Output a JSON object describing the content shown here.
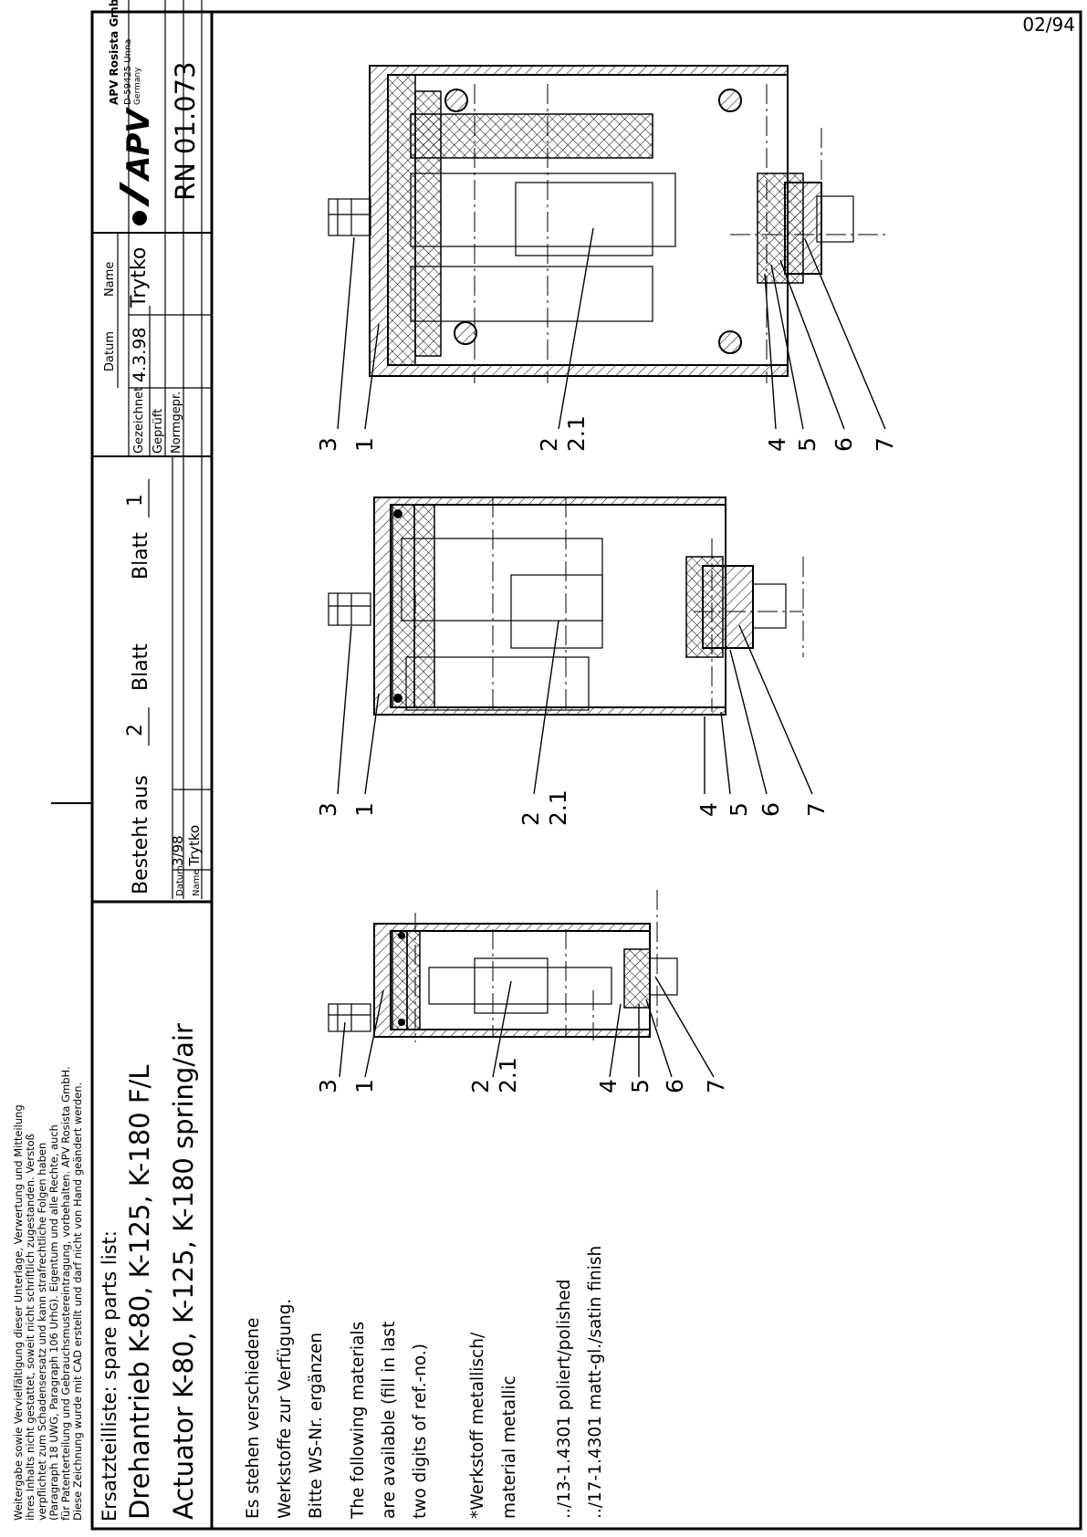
{
  "sheet": {
    "revision": "02/94",
    "drawing_number": "RN 01.073"
  },
  "legal_notice": [
    "Weitergabe sowie Vervielfältigung dieser Unterlage, Verwertung und Mitteilung",
    "ihres Inhalts nicht gestattet, soweit nicht schriftlich zugestanden. Verstoß",
    "verpflichtet zum Schadensersatz und kann strafrechtliche Folgen haben",
    "(Paragraph 18 UWG, Paragraph 106 UrhG). Eigentum und alle Rechte, auch",
    "für Patenterteilung und Gebrauchsmustereintragung, vorbehalten. APV Rosista GmbH.",
    "Diese Zeichnung wurde mit CAD erstellt und darf nicht von Hand geändert werden."
  ],
  "title_block": {
    "list_title": "Ersatzteilliste: spare parts list:",
    "title_de": "Drehantrieb K-80, K-125, K-180 F/L",
    "title_en": "Actuator K-80, K-125, K-180 spring/air",
    "consists_of_label": "Besteht aus",
    "sheet_total": "2",
    "blatt_label_1": "Blatt",
    "blatt_label_2": "Blatt",
    "sheet_number": "1",
    "datum_label": "Datum",
    "name_label": "Name",
    "rev_date": "3/98",
    "rev_name": "Trytko",
    "gezeichnet_label": "Gezeichnet",
    "geprueft_label": "Geprüft",
    "normgepr_label": "Normgepr.",
    "drawn_date": "4.3.98",
    "drawn_name": "Trytko",
    "company_name": "APV Rosista GmbH",
    "company_city": "D-59425 Unna",
    "company_country": "Germany",
    "logo_text": "APV"
  },
  "notes": [
    "Es stehen verschiedene",
    "Werkstoffe zur Verfügung.",
    "Bitte WS-Nr. ergänzen",
    "The following materials",
    "are available (fill in last",
    "two digits of ref.-no.)",
    "*Werkstoff metallisch/",
    "material metallic",
    "../13-1.4301 poliert/polished",
    "../17-1.4301 matt-gl./satin finish"
  ],
  "part_labels": [
    "3",
    "1",
    "2",
    "2.1",
    "4",
    "5",
    "6",
    "7"
  ]
}
